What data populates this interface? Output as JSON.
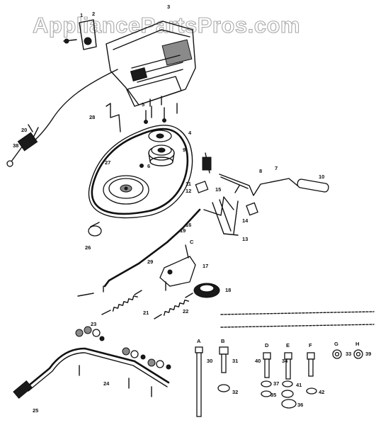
{
  "watermark": "AppliancePartsPros.com",
  "callouts": [
    {
      "id": "c1",
      "text": "1"
    },
    {
      "id": "c2",
      "text": "2"
    },
    {
      "id": "c3",
      "text": "3"
    },
    {
      "id": "c4",
      "text": "4"
    },
    {
      "id": "c5",
      "text": "5"
    },
    {
      "id": "c6",
      "text": "6"
    },
    {
      "id": "c7",
      "text": "7"
    },
    {
      "id": "c8",
      "text": "8"
    },
    {
      "id": "c9",
      "text": "9"
    },
    {
      "id": "c10",
      "text": "10"
    },
    {
      "id": "c11",
      "text": "11"
    },
    {
      "id": "c12",
      "text": "12"
    },
    {
      "id": "c13",
      "text": "13"
    },
    {
      "id": "c14",
      "text": "14"
    },
    {
      "id": "c15",
      "text": "15"
    },
    {
      "id": "c16",
      "text": "16"
    },
    {
      "id": "c17",
      "text": "17"
    },
    {
      "id": "c18",
      "text": "18"
    },
    {
      "id": "c19",
      "text": "19"
    },
    {
      "id": "c20",
      "text": "20"
    },
    {
      "id": "c21",
      "text": "21"
    },
    {
      "id": "c22",
      "text": "22"
    },
    {
      "id": "c23",
      "text": "23"
    },
    {
      "id": "c24",
      "text": "24"
    },
    {
      "id": "c25",
      "text": "25"
    },
    {
      "id": "c26",
      "text": "26"
    },
    {
      "id": "c27",
      "text": "27"
    },
    {
      "id": "c28",
      "text": "28"
    },
    {
      "id": "c29",
      "text": "29"
    },
    {
      "id": "c30",
      "text": "30"
    },
    {
      "id": "c31",
      "text": "31"
    },
    {
      "id": "c32",
      "text": "32"
    },
    {
      "id": "c33",
      "text": "33"
    },
    {
      "id": "c34",
      "text": "34"
    },
    {
      "id": "c35",
      "text": "35"
    },
    {
      "id": "c36",
      "text": "36"
    },
    {
      "id": "c37",
      "text": "37"
    },
    {
      "id": "c38",
      "text": "38"
    },
    {
      "id": "c39",
      "text": "39"
    },
    {
      "id": "c40",
      "text": "40"
    },
    {
      "id": "c41",
      "text": "41"
    },
    {
      "id": "c42",
      "text": "42"
    },
    {
      "id": "cA",
      "text": "A"
    },
    {
      "id": "cB",
      "text": "B"
    },
    {
      "id": "cC",
      "text": "C"
    },
    {
      "id": "cD",
      "text": "D"
    },
    {
      "id": "cE",
      "text": "E"
    },
    {
      "id": "cF",
      "text": "F"
    },
    {
      "id": "cG",
      "text": "G"
    },
    {
      "id": "cH",
      "text": "H"
    }
  ]
}
